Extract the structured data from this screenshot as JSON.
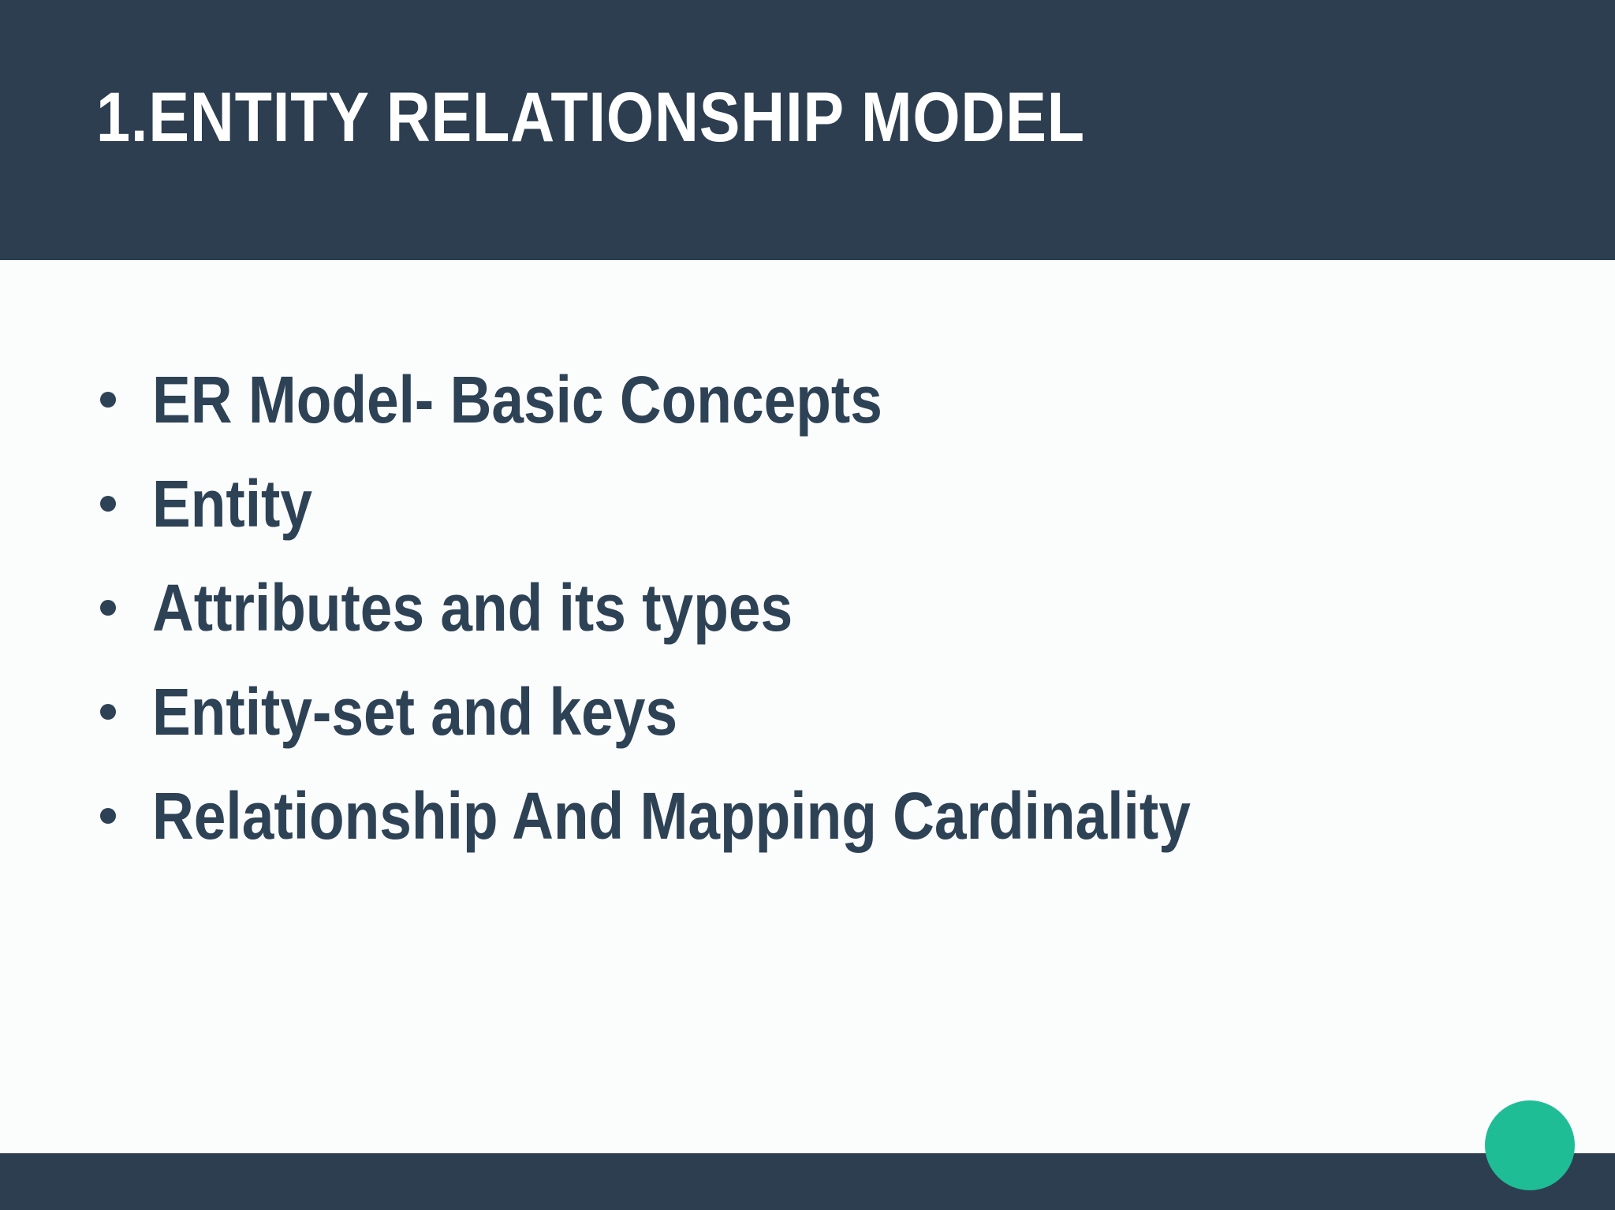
{
  "header": {
    "title": "1.ENTITY RELATIONSHIP MODEL"
  },
  "bullets": [
    "ER Model- Basic Concepts",
    "Entity",
    "Attributes and its types",
    "Entity-set and keys",
    "Relationship And Mapping Cardinality"
  ],
  "colors": {
    "header_bg": "#2d3e50",
    "body_bg": "#fbfcfc",
    "text": "#2e4256",
    "accent": "#1fbd96"
  }
}
